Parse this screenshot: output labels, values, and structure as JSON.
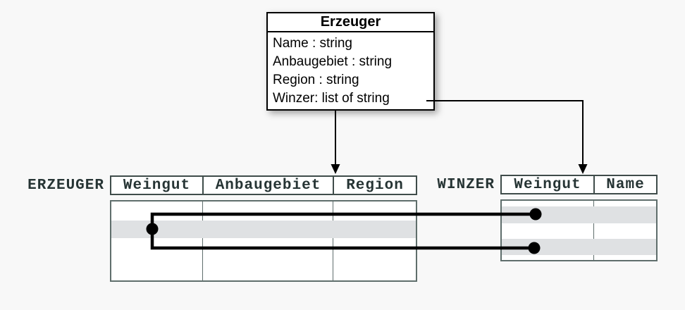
{
  "colors": {
    "bg": "#f8f8f8",
    "line": "#000000",
    "band": "#dfe1e3",
    "table-border": "#5f6e6c",
    "header-border": "#3f4c4a",
    "mono-text": "#263434",
    "box-bg": "#ffffff"
  },
  "class_box": {
    "title": "Erzeuger",
    "attributes": [
      "Name : string",
      "Anbaugebiet : string",
      "Region : string",
      "Winzer: list of string"
    ]
  },
  "tables": {
    "erzeuger": {
      "label": "ERZEUGER",
      "columns": [
        "Weingut",
        "Anbaugebiet",
        "Region"
      ]
    },
    "winzer": {
      "label": "WINZER",
      "columns": [
        "Weingut",
        "Name"
      ]
    }
  }
}
